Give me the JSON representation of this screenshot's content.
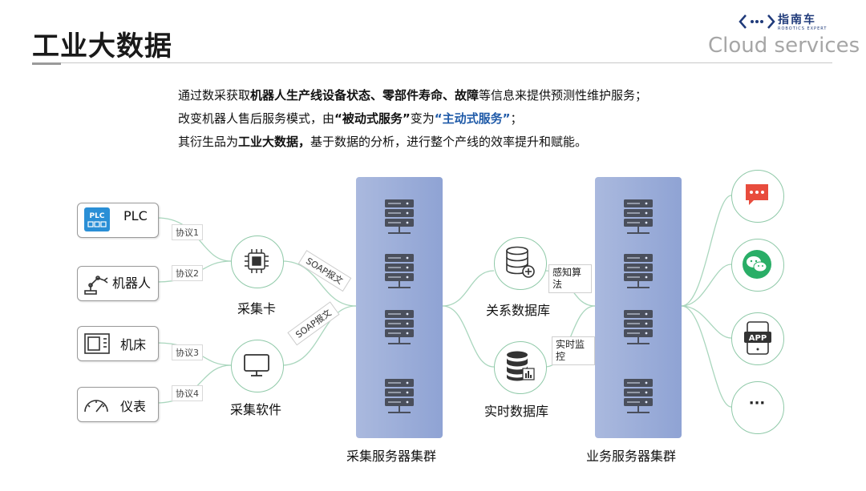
{
  "header": {
    "title": "工业大数据",
    "logo_name": "指南车",
    "logo_sub": "ROBOTICS EXPERT",
    "subtitle": "Cloud services"
  },
  "intro": {
    "line1_pre": "通过数采获取",
    "line1_bold": "机器人生产线设备状态、零部件寿命、故障",
    "line1_post": "等信息来提供预测性维护服务；",
    "line2_pre": "改变机器人售后服务模式，由",
    "line2_bold": "“被动式服务”",
    "line2_mid": "变为",
    "line2_blue": "“主动式服务”",
    "line2_post": "；",
    "line3_pre": "其衍生品为",
    "line3_bold": "工业大数据，",
    "line3_post": "基于数据的分析，进行整个产线的效率提升和赋能。"
  },
  "sources": [
    {
      "label": "PLC",
      "icon": "plc-icon"
    },
    {
      "label": "机器人",
      "icon": "robot-arm-icon"
    },
    {
      "label": "机床",
      "icon": "machine-tool-icon"
    },
    {
      "label": "仪表",
      "icon": "gauge-icon"
    }
  ],
  "protocols": [
    "协议1",
    "协议2",
    "协议3",
    "协议4"
  ],
  "collectors": [
    {
      "label": "采集卡",
      "icon": "chip-icon"
    },
    {
      "label": "采集软件",
      "icon": "monitor-icon"
    }
  ],
  "soap": [
    "SOAP报文",
    "SOAP报文"
  ],
  "clusters": {
    "collect": "采集服务器集群",
    "business": "业务服务器集群"
  },
  "databases": [
    {
      "label": "关系数据库",
      "icon": "database-plus-icon"
    },
    {
      "label": "实时数据库",
      "icon": "database-realtime-icon"
    }
  ],
  "algos": [
    "感知算法",
    "实时监控"
  ],
  "apps": [
    {
      "icon": "message-icon",
      "color": "#e84c3d"
    },
    {
      "icon": "wechat-icon",
      "color": "#2aae67"
    },
    {
      "icon": "app-icon",
      "text": "APP"
    },
    {
      "icon": "more-icon",
      "text": "···"
    }
  ],
  "colors": {
    "cluster": "#9aaddb",
    "accent_green": "#8fc9a8",
    "blue_text": "#1f5aa8"
  }
}
